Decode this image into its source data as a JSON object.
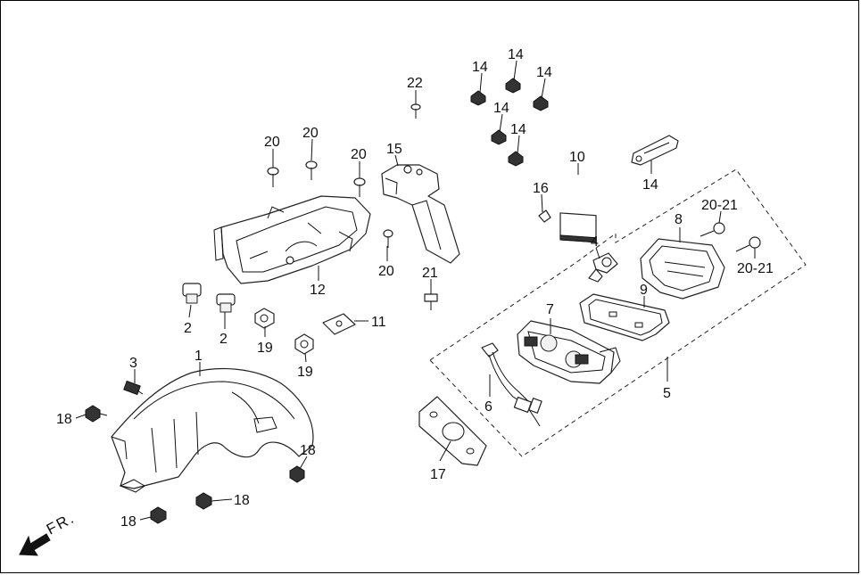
{
  "direction_label": "FR.",
  "callouts": {
    "c1": "1",
    "c2a": "2",
    "c2b": "2",
    "c3": "3",
    "c4": "4",
    "c5": "5",
    "c6": "6",
    "c7": "7",
    "c8": "8",
    "c9": "9",
    "c10": "10",
    "c11": "11",
    "c12": "12",
    "c14a": "14",
    "c14b": "14",
    "c14c": "14",
    "c14d": "14",
    "c14e": "14",
    "c14f": "14",
    "c15": "15",
    "c16": "16",
    "c17": "17",
    "c18a": "18",
    "c18b": "18",
    "c18c": "18",
    "c18d": "18",
    "c19a": "19",
    "c19b": "19",
    "c20a": "20",
    "c20b": "20",
    "c20c": "20",
    "c20d": "20",
    "c21": "21",
    "c22": "22",
    "c2021a": "20-21",
    "c2021b": "20-21"
  }
}
